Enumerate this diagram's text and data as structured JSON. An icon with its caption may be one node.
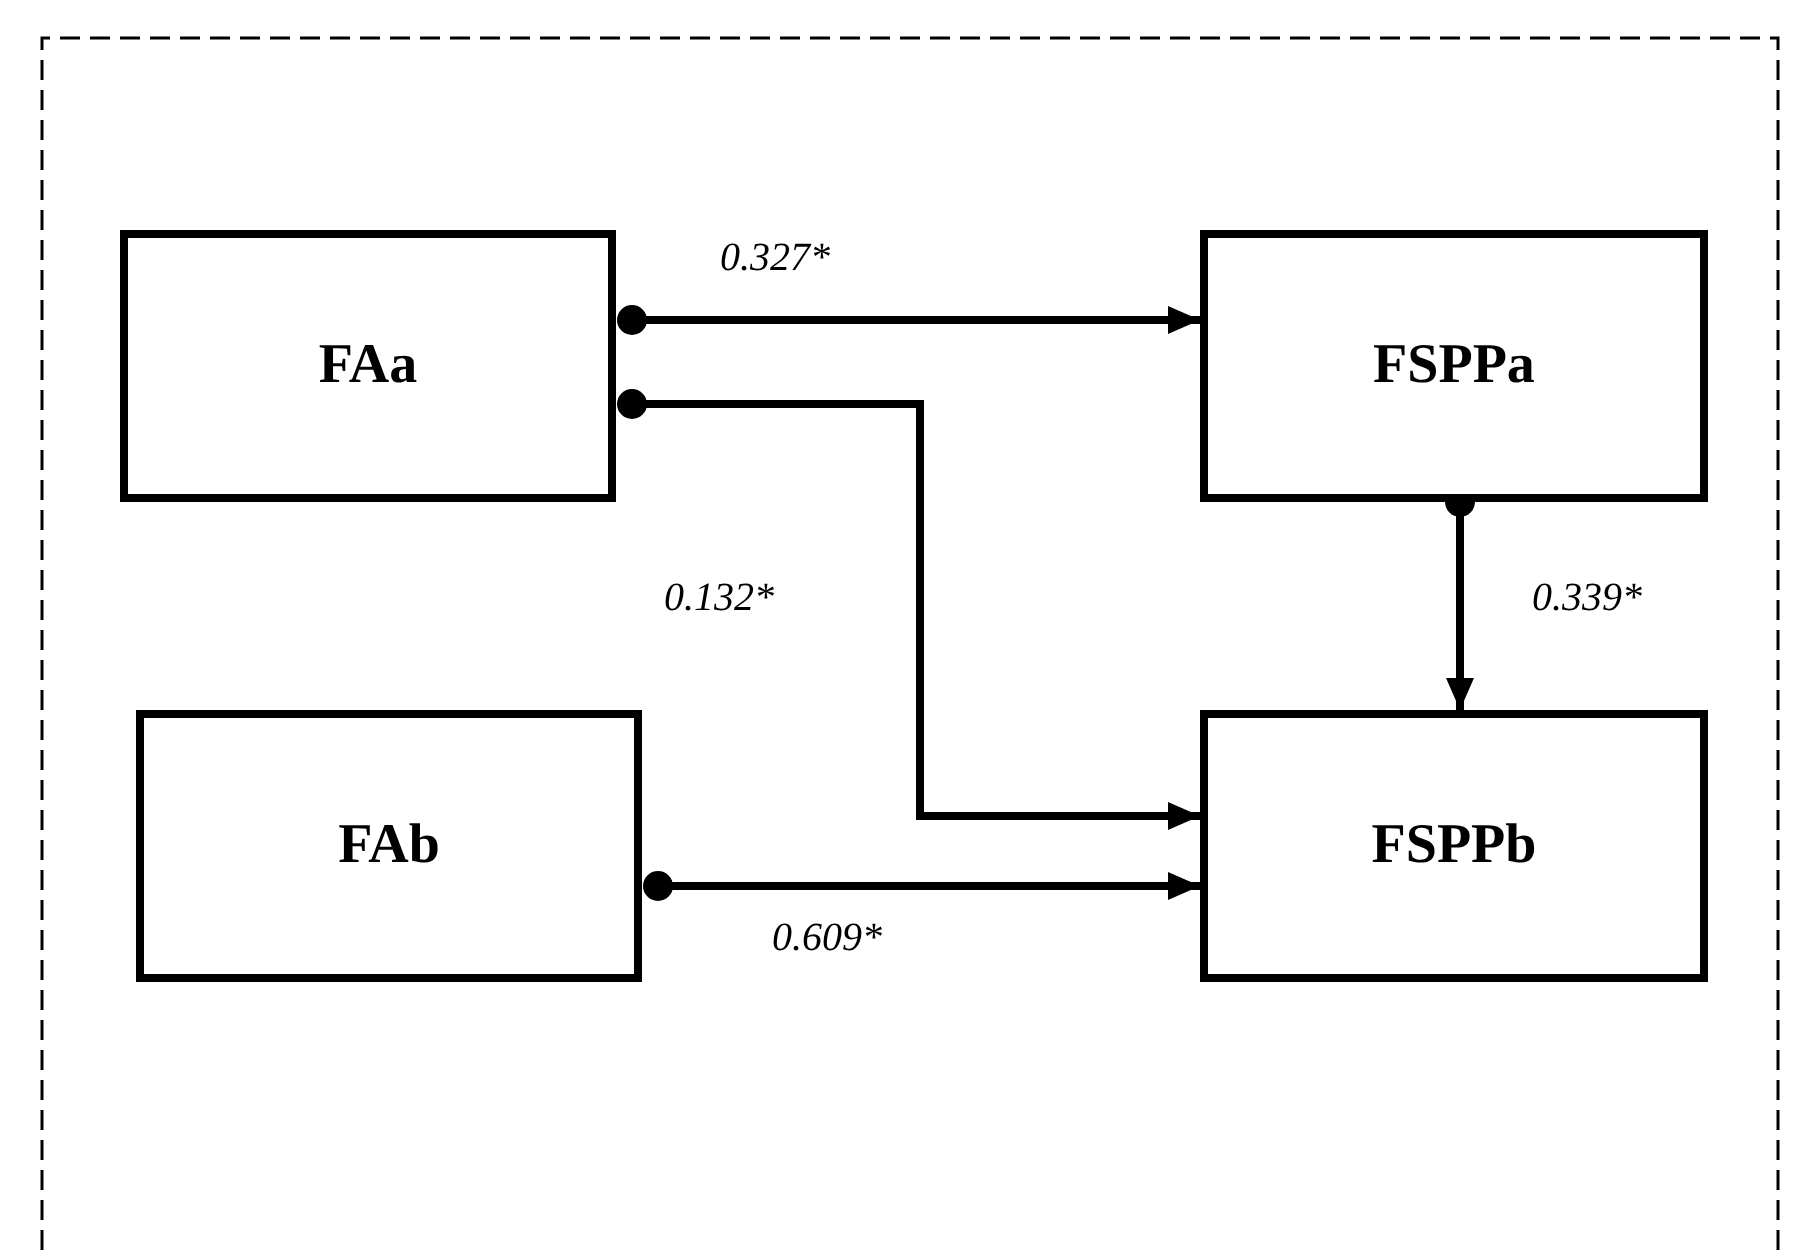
{
  "diagram": {
    "nodes": [
      {
        "text": [
          "FAa"
        ]
      },
      {
        "text": [
          "FSPPa"
        ]
      },
      {
        "text": [
          "FAb"
        ]
      },
      {
        "text": [
          "FSPPb"
        ]
      }
    ],
    "edges": [
      {
        "from": 0,
        "to": 1,
        "arrow": "to",
        "label": "0.327*"
      },
      {
        "from": 0,
        "to": 3,
        "arrow": "to",
        "label": "0.132*"
      },
      {
        "from": 1,
        "to": 3,
        "arrow": "to",
        "label": "0.339*"
      },
      {
        "from": 2,
        "to": 3,
        "arrow": "to",
        "label": "0.609*"
      }
    ]
  }
}
